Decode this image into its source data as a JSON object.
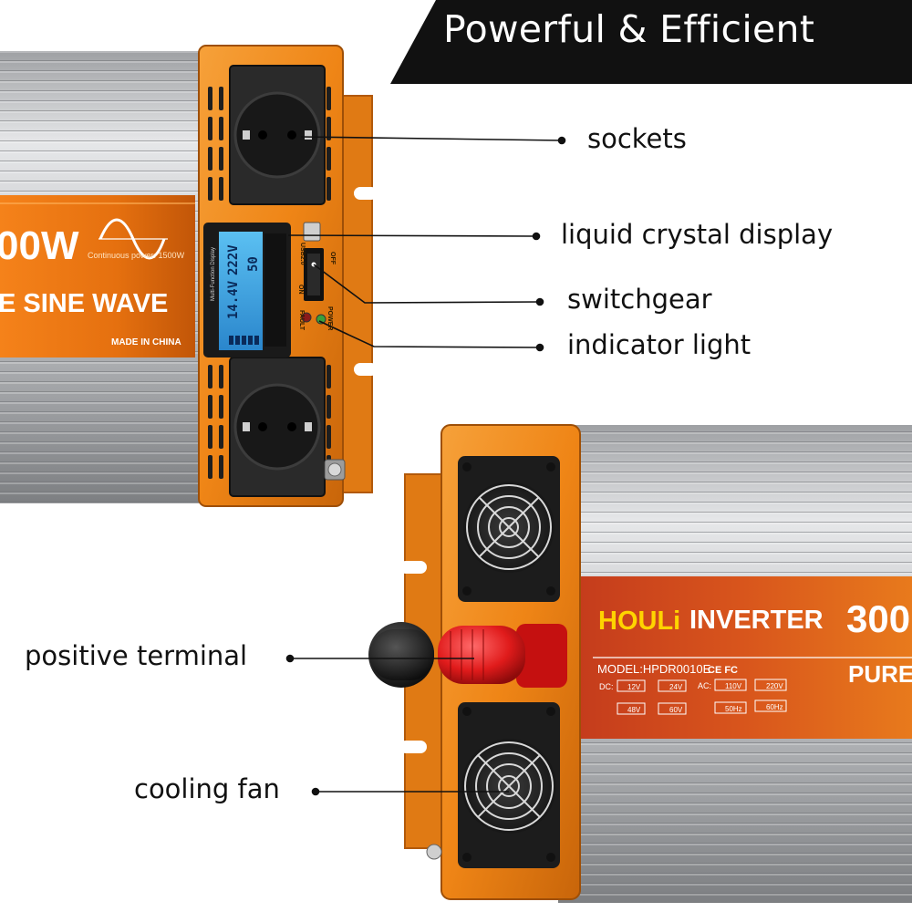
{
  "headline": "Powerful & Efficient",
  "callouts": {
    "sockets": "sockets",
    "lcd": "liquid crystal display",
    "switchgear": "switchgear",
    "indicator": "indicator light",
    "positive_terminal": "positive terminal",
    "cooling_fan": "cooling fan"
  },
  "top_unit": {
    "wattage_partial": "00W",
    "continuous_power": "Continuous power: 1500W",
    "wave_text": "E SINE WAVE",
    "made_in": "MADE IN CHINA",
    "lcd_title": "Multi-Function Display",
    "lcd_row1_left": "14.4V",
    "lcd_row1_right": "222V",
    "lcd_row2_right": "50",
    "usb_label": "USB2.0",
    "off_label": "OFF",
    "on_label": "ON",
    "fault_label": "FAULT",
    "power_label": "POWER"
  },
  "bottom_unit": {
    "brand": "HOULi",
    "product": "INVERTER",
    "wattage_partial": "300",
    "model": "MODEL:HPDR0010E",
    "certs": "CE FC",
    "pure_partial": "PURE",
    "dc_label": "DC:",
    "ac_label": "AC:",
    "options": [
      "12V",
      "24V",
      "110V",
      "220V",
      "48V",
      "60V",
      "50Hz",
      "60Hz"
    ]
  },
  "colors": {
    "orange": "#f08a1a",
    "orange_dark": "#b85a08",
    "red_label": "#c4401c",
    "black_banner": "#111111",
    "aluminum": "#b7b9bc",
    "lcd_blue": "#3aa6e8"
  }
}
